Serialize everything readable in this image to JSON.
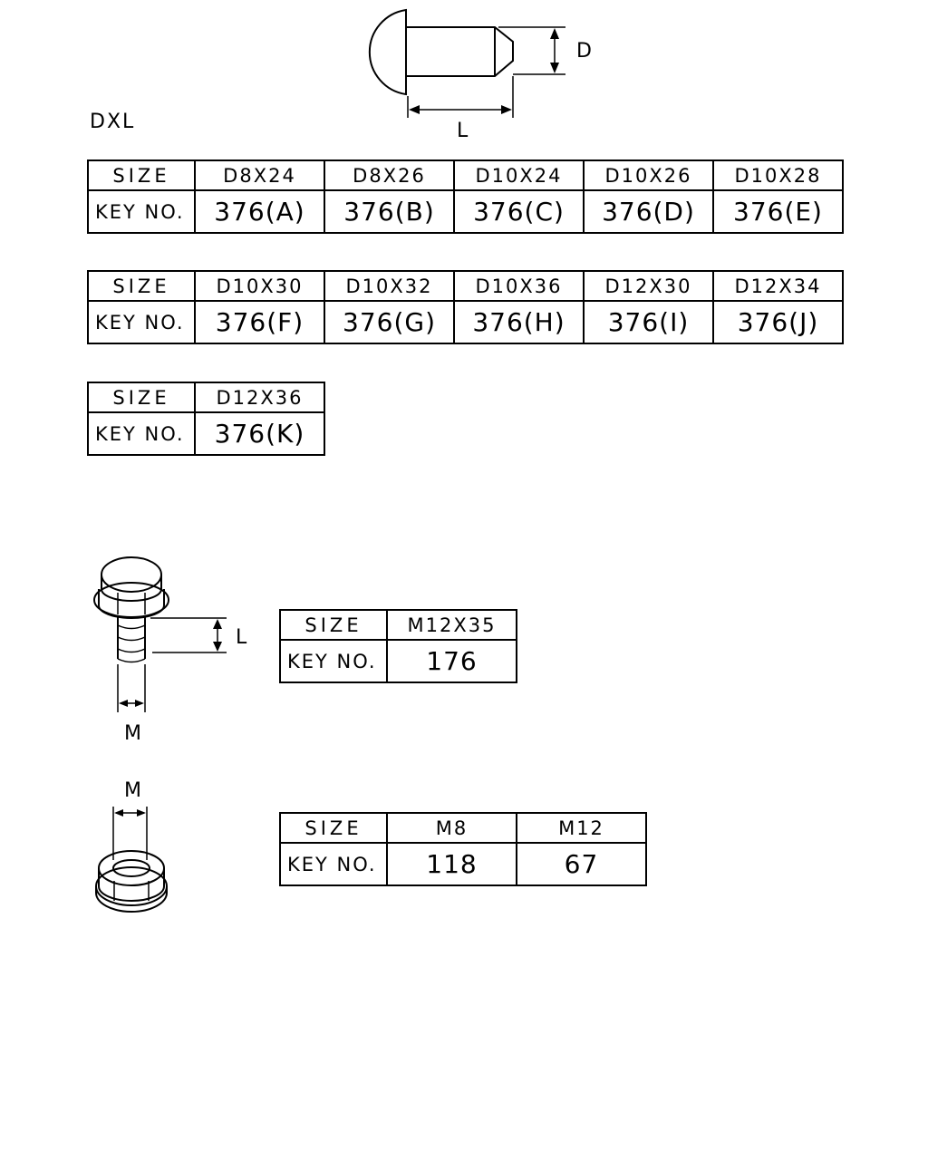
{
  "pin": {
    "label_d": "D",
    "label_l": "L",
    "caption": "DXL"
  },
  "tables": [
    {
      "size_header": "SIZE",
      "key_header": "KEY NO.",
      "sizes": [
        "D8X24",
        "D8X26",
        "D10X24",
        "D10X26",
        "D10X28"
      ],
      "keys": [
        "376(A)",
        "376(B)",
        "376(C)",
        "376(D)",
        "376(E)"
      ]
    },
    {
      "size_header": "SIZE",
      "key_header": "KEY NO.",
      "sizes": [
        "D10X30",
        "D10X32",
        "D10X36",
        "D12X30",
        "D12X34"
      ],
      "keys": [
        "376(F)",
        "376(G)",
        "376(H)",
        "376(I)",
        "376(J)"
      ]
    },
    {
      "size_header": "SIZE",
      "key_header": "KEY NO.",
      "sizes": [
        "D12X36"
      ],
      "keys": [
        "376(K)"
      ]
    }
  ],
  "bolt": {
    "label_l": "L",
    "label_m": "M",
    "table": {
      "size_header": "SIZE",
      "key_header": "KEY NO.",
      "sizes": [
        "M12X35"
      ],
      "keys": [
        "176"
      ]
    }
  },
  "nut": {
    "label_m": "M",
    "table": {
      "size_header": "SIZE",
      "key_header": "KEY NO.",
      "sizes": [
        "M8",
        "M12"
      ],
      "keys": [
        "118",
        "67"
      ]
    }
  }
}
